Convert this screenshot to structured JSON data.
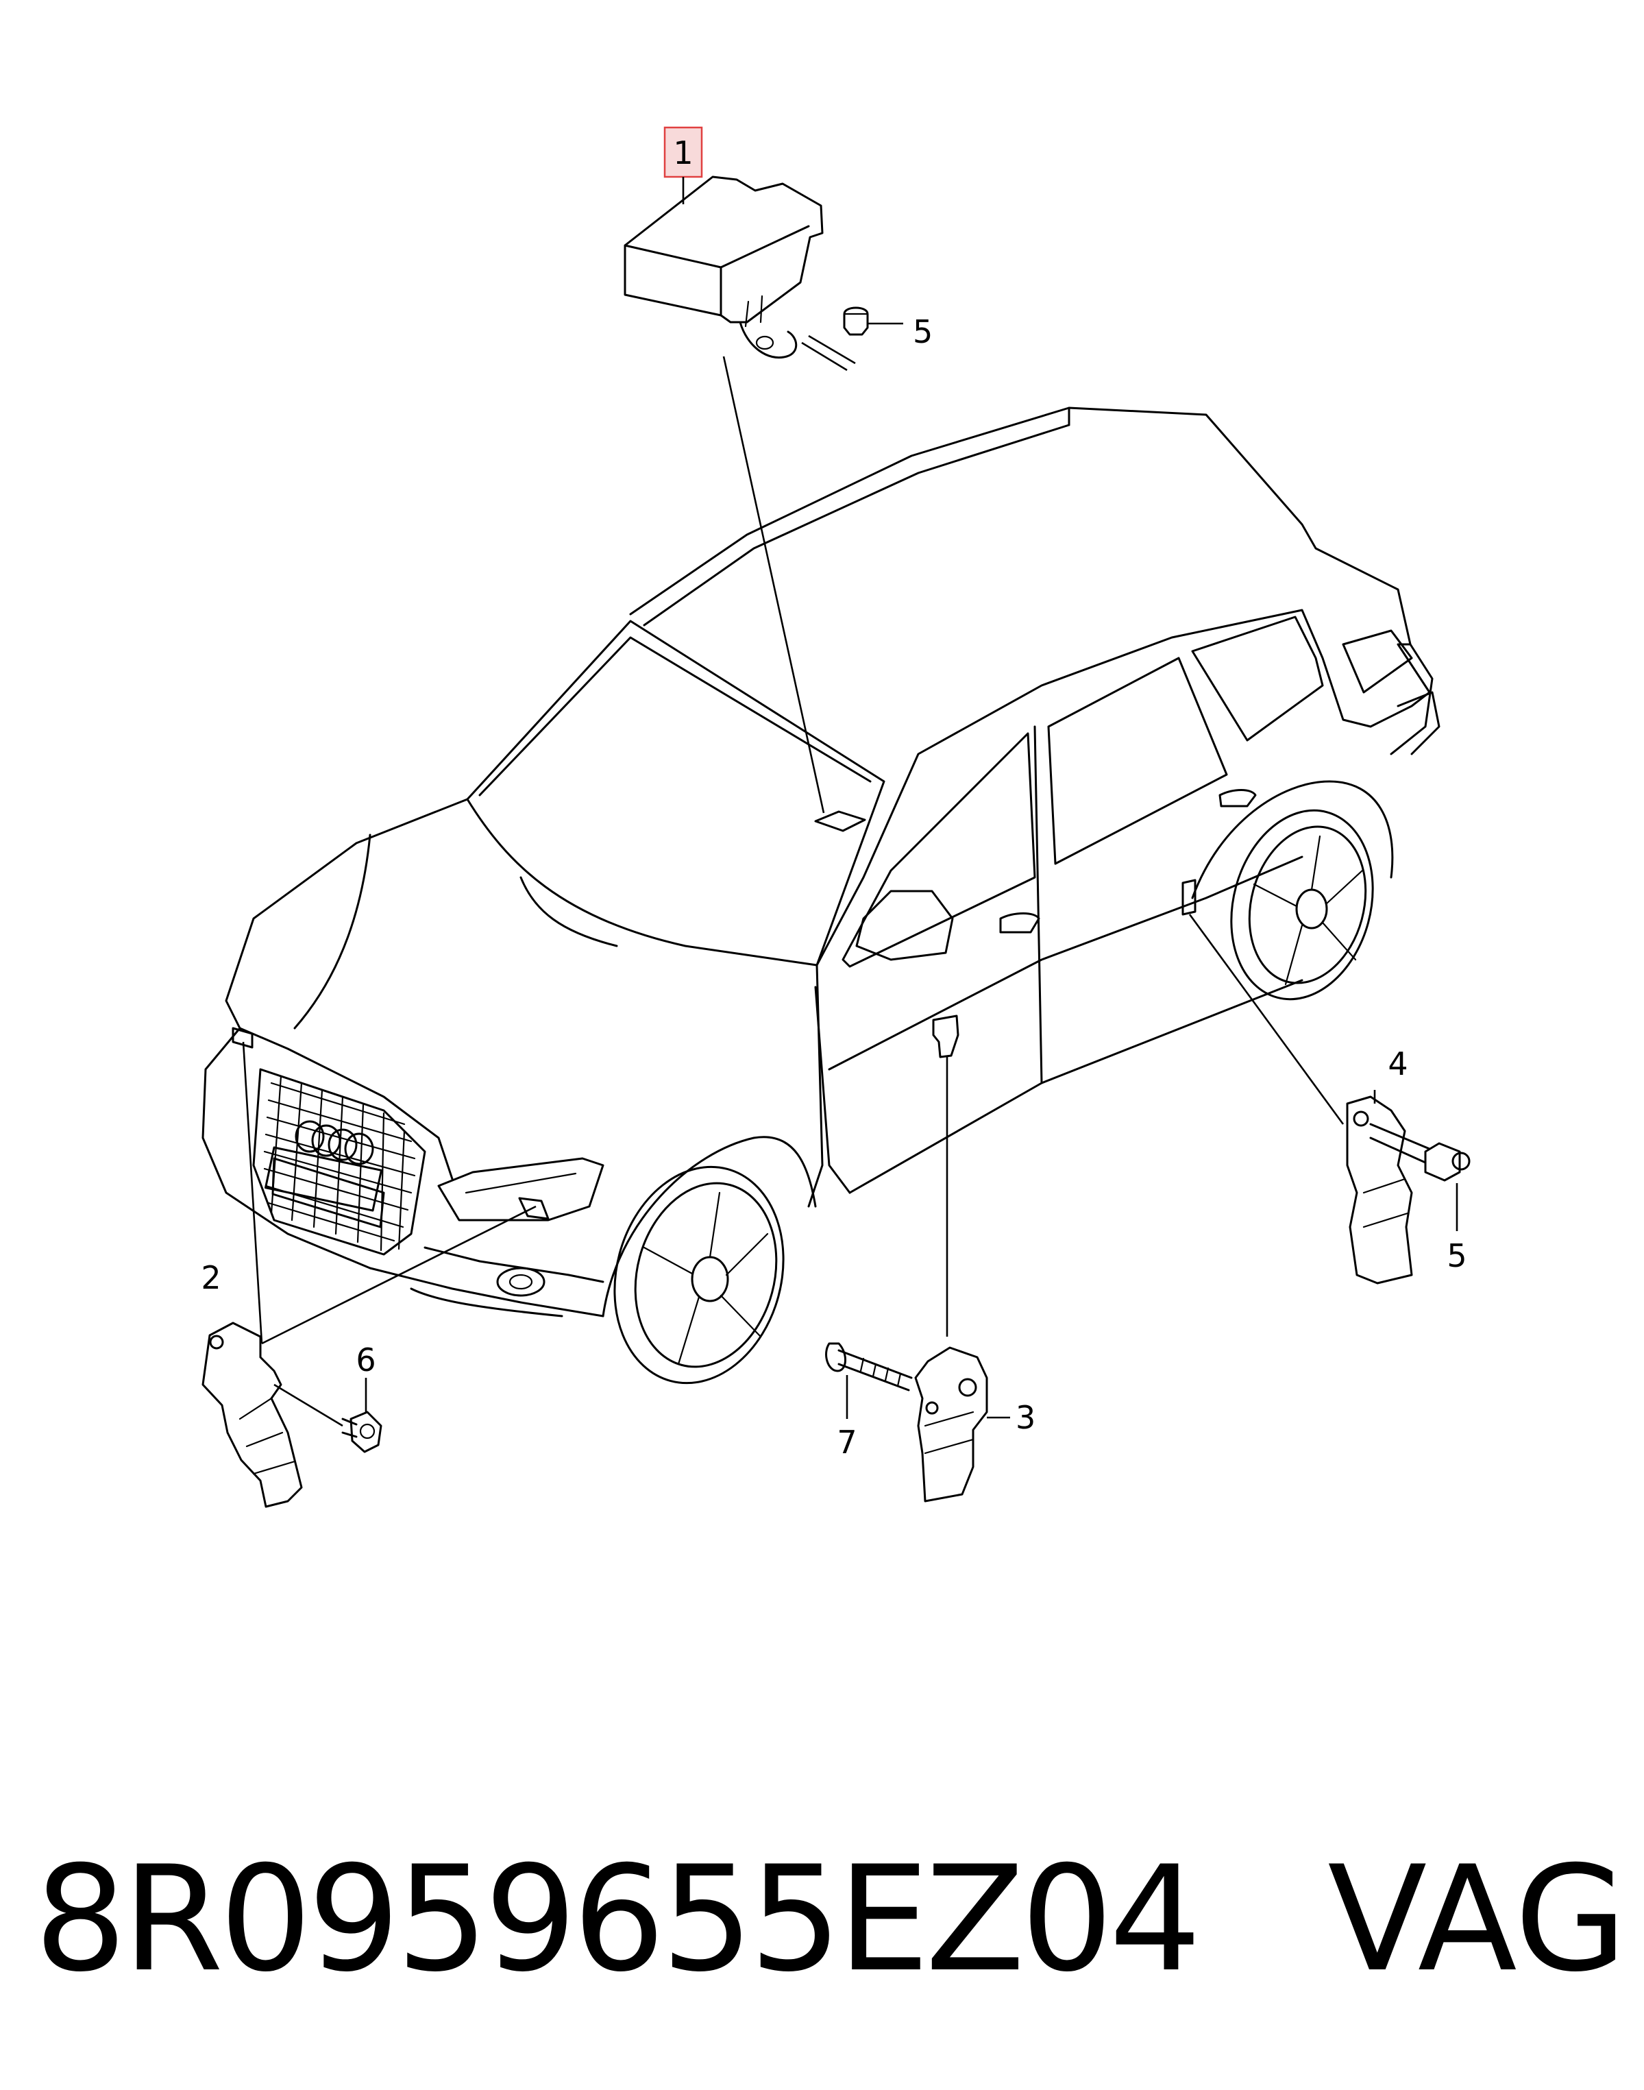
{
  "callouts": [
    {
      "id": "1",
      "highlighted": true
    },
    {
      "id": "2"
    },
    {
      "id": "3"
    },
    {
      "id": "4"
    },
    {
      "id": "5"
    },
    {
      "id": "5"
    },
    {
      "id": "6"
    },
    {
      "id": "7"
    }
  ],
  "footer": {
    "part_number": "8R0959655EZ04",
    "brand": "VAG"
  },
  "colors": {
    "line": "#000000",
    "highlight_fill": "#f8dada",
    "highlight_stroke": "#e04040"
  }
}
